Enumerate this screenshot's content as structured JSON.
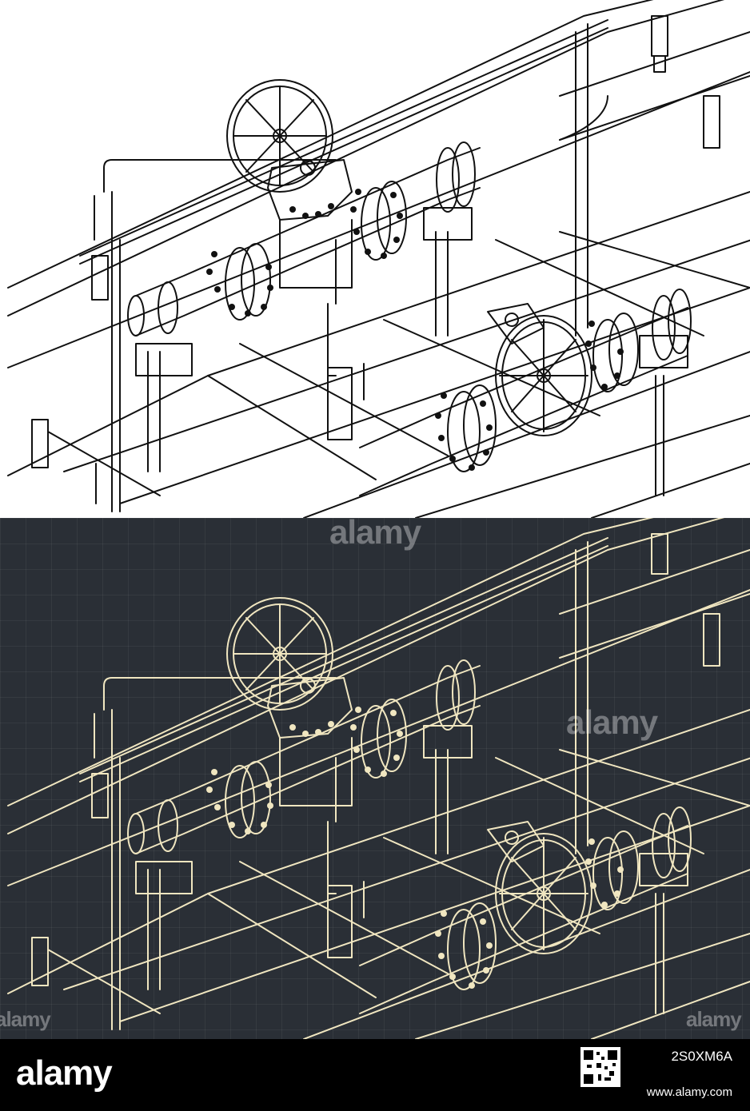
{
  "watermark": {
    "text": "alamy"
  },
  "footer": {
    "brand": "alamy",
    "image_id": "2S0XM6A",
    "url": "www.alamy.com"
  },
  "colors": {
    "light_bg": "#ffffff",
    "light_line": "#111111",
    "dark_bg": "#2a2f36",
    "dark_line": "#f0e6c0",
    "footer_bg": "#000000"
  },
  "icons": {
    "valve": "handwheel-valve-icon",
    "gauge": "pressure-gauge-icon"
  }
}
